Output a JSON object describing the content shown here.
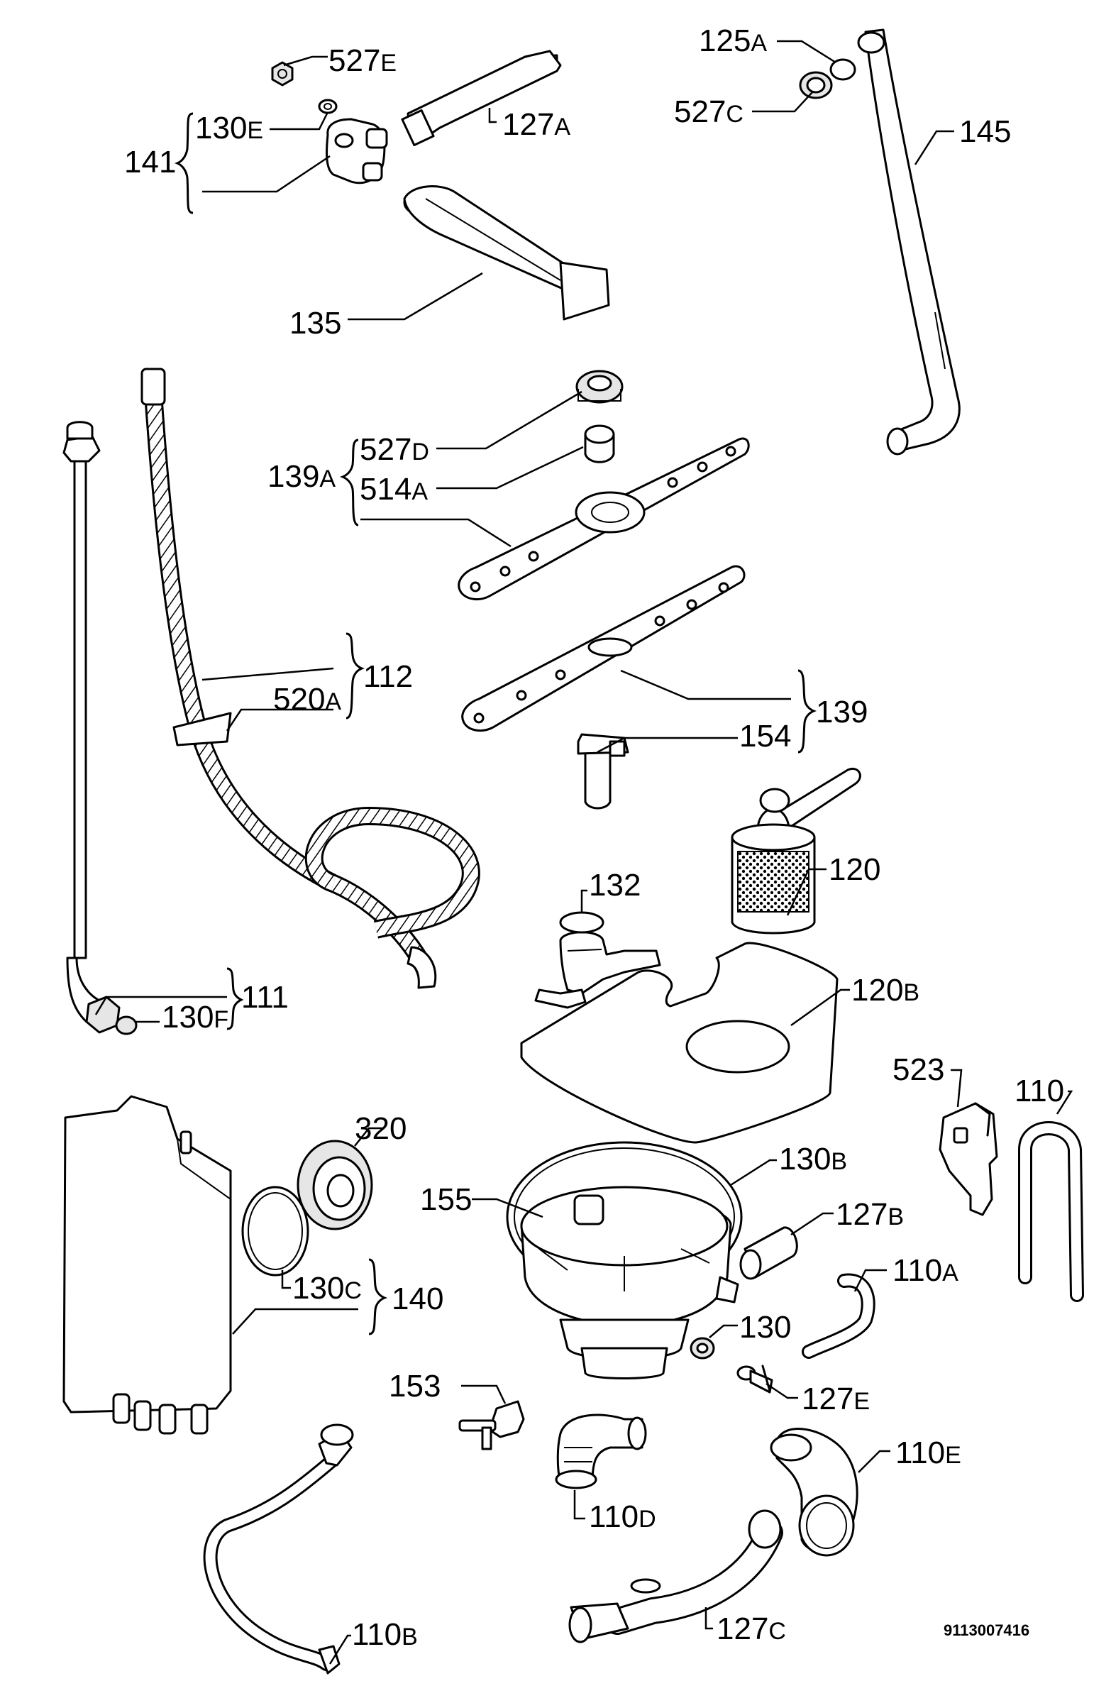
{
  "diagram": {
    "document_number": "9113007416",
    "labels": [
      {
        "id": "527e",
        "num": "527",
        "sfx": "E"
      },
      {
        "id": "127a",
        "num": "127",
        "sfx": "A"
      },
      {
        "id": "130e",
        "num": "130",
        "sfx": "E"
      },
      {
        "id": "141",
        "num": "141",
        "sfx": ""
      },
      {
        "id": "135",
        "num": "135",
        "sfx": ""
      },
      {
        "id": "125a",
        "num": "125",
        "sfx": "A"
      },
      {
        "id": "527c",
        "num": "527",
        "sfx": "C"
      },
      {
        "id": "145",
        "num": "145",
        "sfx": ""
      },
      {
        "id": "527d",
        "num": "527",
        "sfx": "D"
      },
      {
        "id": "514a",
        "num": "514",
        "sfx": "A"
      },
      {
        "id": "139a",
        "num": "139",
        "sfx": "A"
      },
      {
        "id": "112",
        "num": "112",
        "sfx": ""
      },
      {
        "id": "520a",
        "num": "520",
        "sfx": "A"
      },
      {
        "id": "139",
        "num": "139",
        "sfx": ""
      },
      {
        "id": "154",
        "num": "154",
        "sfx": ""
      },
      {
        "id": "120",
        "num": "120",
        "sfx": ""
      },
      {
        "id": "132",
        "num": "132",
        "sfx": ""
      },
      {
        "id": "111",
        "num": "111",
        "sfx": ""
      },
      {
        "id": "130f",
        "num": "130",
        "sfx": "F"
      },
      {
        "id": "120b",
        "num": "120",
        "sfx": "B"
      },
      {
        "id": "523",
        "num": "523",
        "sfx": ""
      },
      {
        "id": "110",
        "num": "110",
        "sfx": ""
      },
      {
        "id": "320",
        "num": "320",
        "sfx": ""
      },
      {
        "id": "130b",
        "num": "130",
        "sfx": "B"
      },
      {
        "id": "155",
        "num": "155",
        "sfx": ""
      },
      {
        "id": "127b",
        "num": "127",
        "sfx": "B"
      },
      {
        "id": "130c",
        "num": "130",
        "sfx": "C"
      },
      {
        "id": "140",
        "num": "140",
        "sfx": ""
      },
      {
        "id": "110a",
        "num": "110",
        "sfx": "A"
      },
      {
        "id": "130",
        "num": "130",
        "sfx": ""
      },
      {
        "id": "153",
        "num": "153",
        "sfx": ""
      },
      {
        "id": "127e",
        "num": "127",
        "sfx": "E"
      },
      {
        "id": "110e",
        "num": "110",
        "sfx": "E"
      },
      {
        "id": "110d",
        "num": "110",
        "sfx": "D"
      },
      {
        "id": "127c",
        "num": "127",
        "sfx": "C"
      },
      {
        "id": "110b",
        "num": "110",
        "sfx": "B"
      }
    ]
  }
}
